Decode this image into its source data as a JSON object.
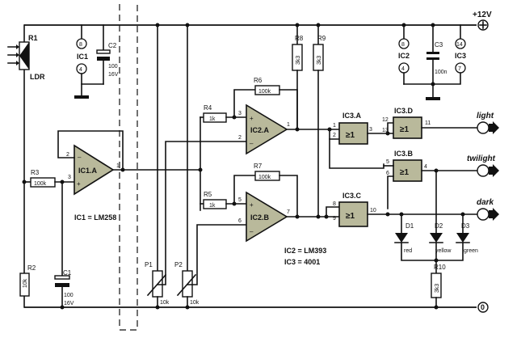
{
  "supply": {
    "positive": "+12V",
    "ground": "0"
  },
  "ic1": {
    "label": "IC1",
    "pin_top": "8",
    "pin_bottom": "4",
    "note": "IC1 = LM258",
    "amp_a": "IC1.A"
  },
  "ic2": {
    "label": "IC2",
    "pin_top": "8",
    "pin_bottom": "4",
    "note": "IC2 = LM393",
    "amp_a": "IC2.A",
    "amp_b": "IC2.B"
  },
  "ic3": {
    "label": "IC3",
    "pin_top": "14",
    "pin_bottom": "7",
    "note": "IC3 = 4001",
    "gate_a": "IC3.A",
    "gate_b": "IC3.B",
    "gate_c": "IC3.C",
    "gate_d": "IC3.D",
    "gate_symbol": "≥1"
  },
  "components": {
    "r1": {
      "name": "R1",
      "value": "LDR"
    },
    "r2": {
      "name": "R2",
      "value": "10k"
    },
    "r3": {
      "name": "R3",
      "value": "100k"
    },
    "r4": {
      "name": "R4",
      "value": "1k"
    },
    "r5": {
      "name": "R5",
      "value": "1k"
    },
    "r6": {
      "name": "R6",
      "value": "100k"
    },
    "r7": {
      "name": "R7",
      "value": "100k"
    },
    "r8": {
      "name": "R8",
      "value": "3k3"
    },
    "r9": {
      "name": "R9",
      "value": "3k3"
    },
    "r10": {
      "name": "R10",
      "value": "3k3"
    },
    "c1": {
      "name": "C1",
      "value1": "100",
      "value2": "16V"
    },
    "c2": {
      "name": "C2",
      "value1": "100",
      "value2": "16V"
    },
    "c3": {
      "name": "C3",
      "value1": "100n"
    },
    "p1": {
      "name": "P1",
      "value": "10k"
    },
    "p2": {
      "name": "P2",
      "value": "10k"
    },
    "d1": {
      "name": "D1",
      "color": "red"
    },
    "d2": {
      "name": "D2",
      "color": "yellow"
    },
    "d3": {
      "name": "D3",
      "color": "green"
    }
  },
  "pins": {
    "ic1a": {
      "plus": "3",
      "minus": "2",
      "out": "1",
      "sym_plus": "+",
      "sym_minus": "–"
    },
    "ic2a": {
      "plus": "3",
      "minus": "2",
      "out": "1",
      "sym_plus": "+",
      "sym_minus": "–"
    },
    "ic2b": {
      "plus": "5",
      "minus": "6",
      "out": "7",
      "sym_plus": "+",
      "sym_minus": "–"
    },
    "ic3a": {
      "in1": "1",
      "in2": "2",
      "out": "3"
    },
    "ic3d": {
      "in1": "12",
      "in2": "13",
      "out": "11"
    },
    "ic3b": {
      "in1": "5",
      "in2": "6",
      "out": "4"
    },
    "ic3c": {
      "in1": "8",
      "in2": "9",
      "out": "10"
    }
  },
  "outputs": {
    "light": "light",
    "twilight": "twilight",
    "dark": "dark"
  }
}
